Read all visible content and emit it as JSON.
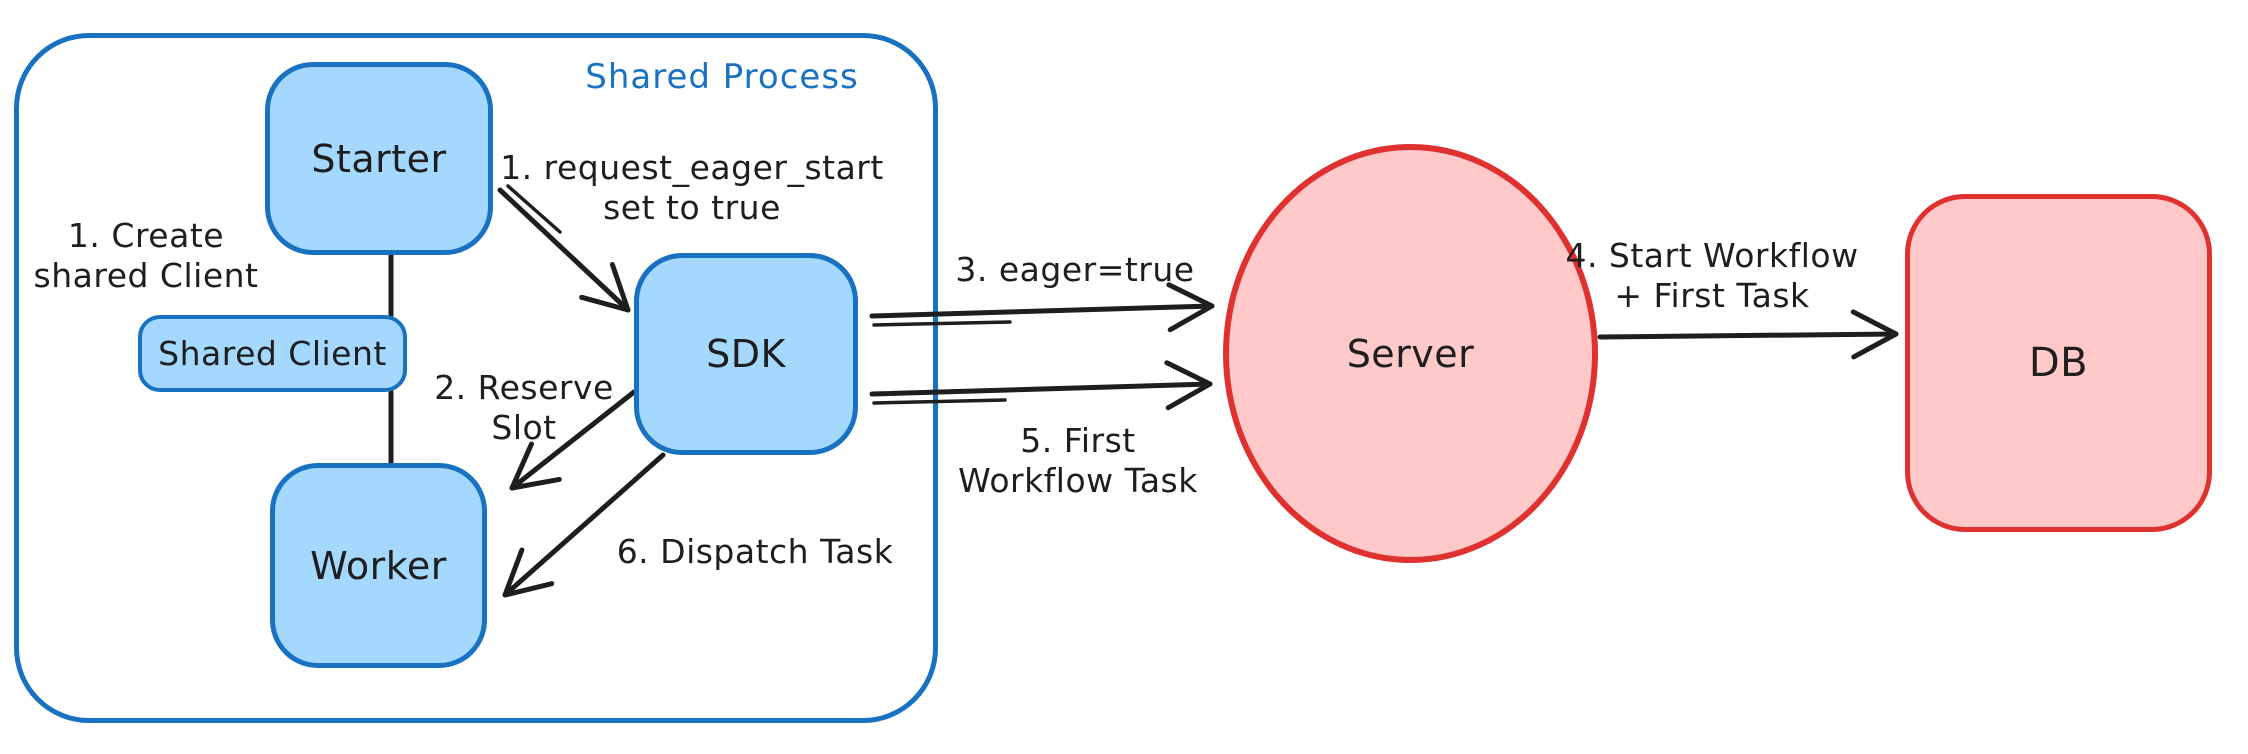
{
  "colors": {
    "blue-stroke": "#1971c2",
    "blue-fill": "#a5d8ff",
    "red-stroke": "#e03131",
    "red-fill": "#ffc9c9",
    "ink": "#1e1e1e",
    "background": "#ffffff"
  },
  "diagram": {
    "container": {
      "label": "Shared Process"
    },
    "nodes": {
      "starter": {
        "label": "Starter"
      },
      "shared_client": {
        "label": "Shared Client"
      },
      "worker": {
        "label": "Worker"
      },
      "sdk": {
        "label": "SDK"
      },
      "server": {
        "label": "Server"
      },
      "db": {
        "label": "DB"
      }
    },
    "annotations": {
      "create_shared_client": {
        "line1": "1. Create",
        "line2": "shared Client"
      },
      "request_eager_start": {
        "line1": "1. request_eager_start",
        "line2": "set to true"
      },
      "reserve_slot": {
        "line1": "2. Reserve",
        "line2": "Slot"
      },
      "eager_true": {
        "text": "3. eager=true"
      },
      "start_workflow": {
        "line1": "4. Start Workflow",
        "line2": "+ First Task"
      },
      "first_workflow_task": {
        "line1": "5. First",
        "line2": "Workflow Task"
      },
      "dispatch_task": {
        "text": "6. Dispatch Task"
      }
    }
  }
}
